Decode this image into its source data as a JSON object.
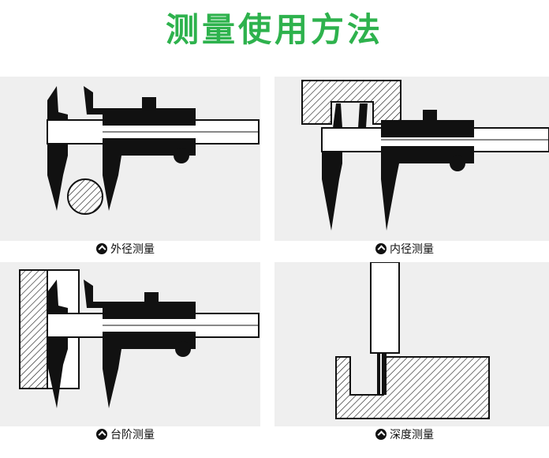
{
  "page": {
    "title": "测量使用方法"
  },
  "panels": [
    {
      "id": "outer",
      "caption": "外径测量",
      "icon": "chevron-up-circle-icon"
    },
    {
      "id": "inner",
      "caption": "内径测量",
      "icon": "chevron-up-circle-icon"
    },
    {
      "id": "step",
      "caption": "台阶测量",
      "icon": "chevron-up-circle-icon"
    },
    {
      "id": "depth",
      "caption": "深度测量",
      "icon": "chevron-up-circle-icon"
    }
  ],
  "colors": {
    "title_green": "#2eb24d",
    "panel_bg": "#efefef",
    "ink": "#111111"
  }
}
